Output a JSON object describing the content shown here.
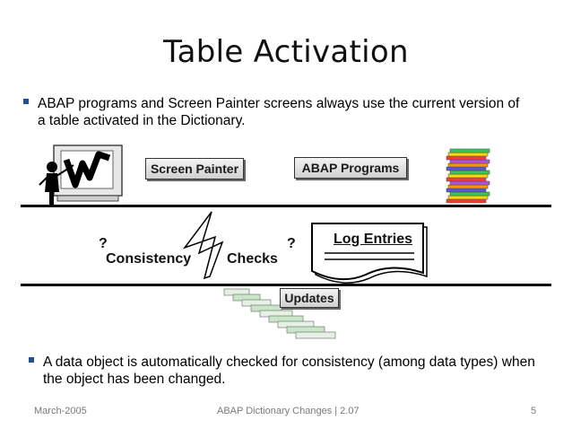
{
  "title": "Table Activation",
  "bullets": [
    "ABAP programs and Screen Painter screens always use the current version of a table activated in the Dictionary.",
    "A data object is automatically checked for consistency (among data types) when the object has been changed."
  ],
  "diagram": {
    "screen_painter_label": "Screen Painter",
    "abap_programs_label": "ABAP Programs",
    "consistency_label": "Consistency",
    "checks_label": "Checks",
    "question_mark": "?",
    "log_entries_label": "Log Entries",
    "updates_label": "Updates"
  },
  "footer": {
    "date": "March-2005",
    "center": "ABAP Dictionary Changes | 2.07",
    "page": "5"
  },
  "colors": {
    "bullet_marker": "#1f4e9a",
    "paper_stack": [
      "#ff3b30",
      "#ffd60a",
      "#34c759",
      "#5856d6",
      "#ff9500",
      "#af52de"
    ]
  }
}
